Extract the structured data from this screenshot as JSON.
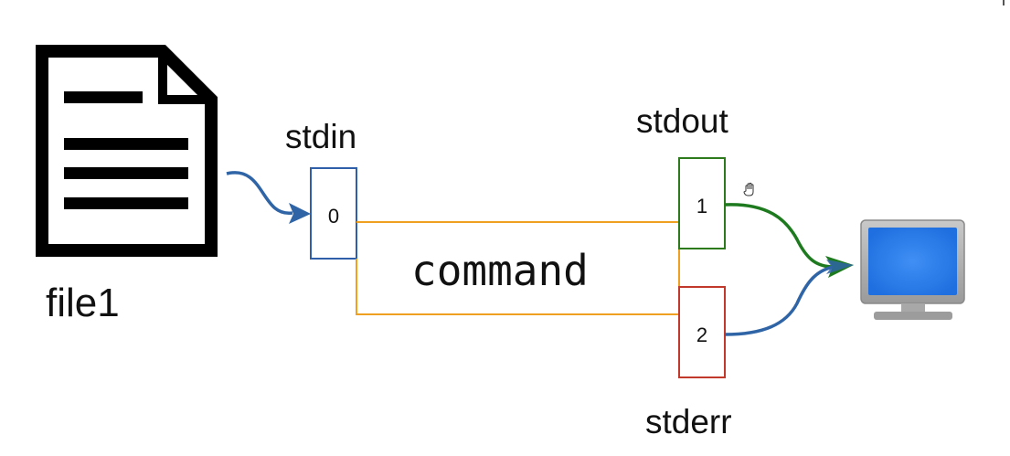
{
  "diagram": {
    "file_label": "file1",
    "command_label": "command",
    "streams": {
      "stdin": {
        "label": "stdin",
        "fd": "0"
      },
      "stdout": {
        "label": "stdout",
        "fd": "1"
      },
      "stderr": {
        "label": "stderr",
        "fd": "2"
      }
    }
  },
  "colors": {
    "stdin_box": "#2f5fa8",
    "stdout_box": "#2d7a1c",
    "stderr_box": "#c0392b",
    "command_lines": "#f0a020",
    "stdin_arrow": "#2f64a6",
    "stdout_arrow": "#1e7a1e",
    "stderr_arrow": "#2f64a6",
    "monitor_screen": "#2b7de9"
  },
  "icons": {
    "file": "document-icon",
    "monitor": "monitor-icon",
    "cursor": "hand-cursor-icon"
  }
}
